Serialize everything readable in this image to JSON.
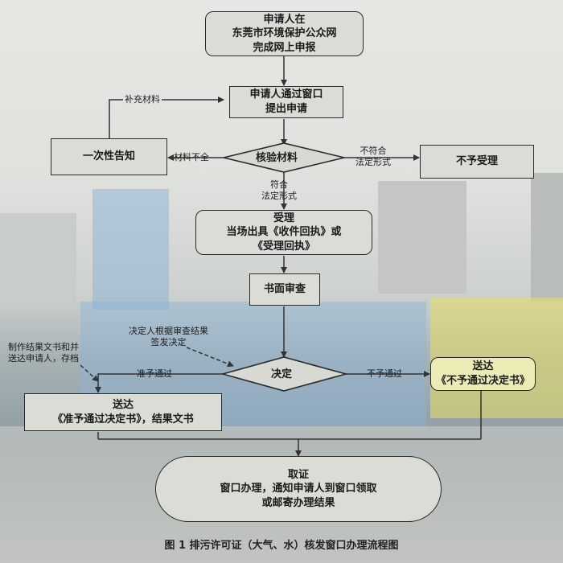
{
  "nodes": {
    "apply_online": [
      "申请人在",
      "东莞市环境保护公众网",
      "完成网上申报"
    ],
    "window_submit": [
      "申请人通过窗口",
      "提出申请"
    ],
    "notify_once": "一次性告知",
    "verify": "核验材料",
    "reject_accept": "不予受理",
    "accept": [
      "受理",
      "当场出具《收件回执》或",
      "《受理回执》"
    ],
    "written_review": "书面审查",
    "decision": "决定",
    "deliver_fail": [
      "送达",
      "《不予通过决定书》"
    ],
    "deliver_pass": [
      "送达",
      "《准予通过决定书》，结果文书"
    ],
    "collect": [
      "取证",
      "窗口办理，通知申请人到窗口领取",
      "或邮寄办理结果"
    ]
  },
  "labels": {
    "supplement": "补充材料",
    "incomplete": "材料不全",
    "nonconforming": [
      "不符合",
      "法定形式"
    ],
    "conforming": [
      "符合",
      "法定形式"
    ],
    "decider_note": [
      "决定人根据审查结果",
      "签发决定"
    ],
    "make_docs": [
      "制作结果文书和并",
      "送达申请人，存档"
    ],
    "approve": "准予通过",
    "not_pass": "不予通过"
  },
  "caption": "图 1 排污许可证（大气、水）核发窗口办理流程图",
  "colors": {
    "box_fill": "#dcdcd7",
    "yellow_box_fill": "#ecebb6",
    "line": "#333333"
  }
}
